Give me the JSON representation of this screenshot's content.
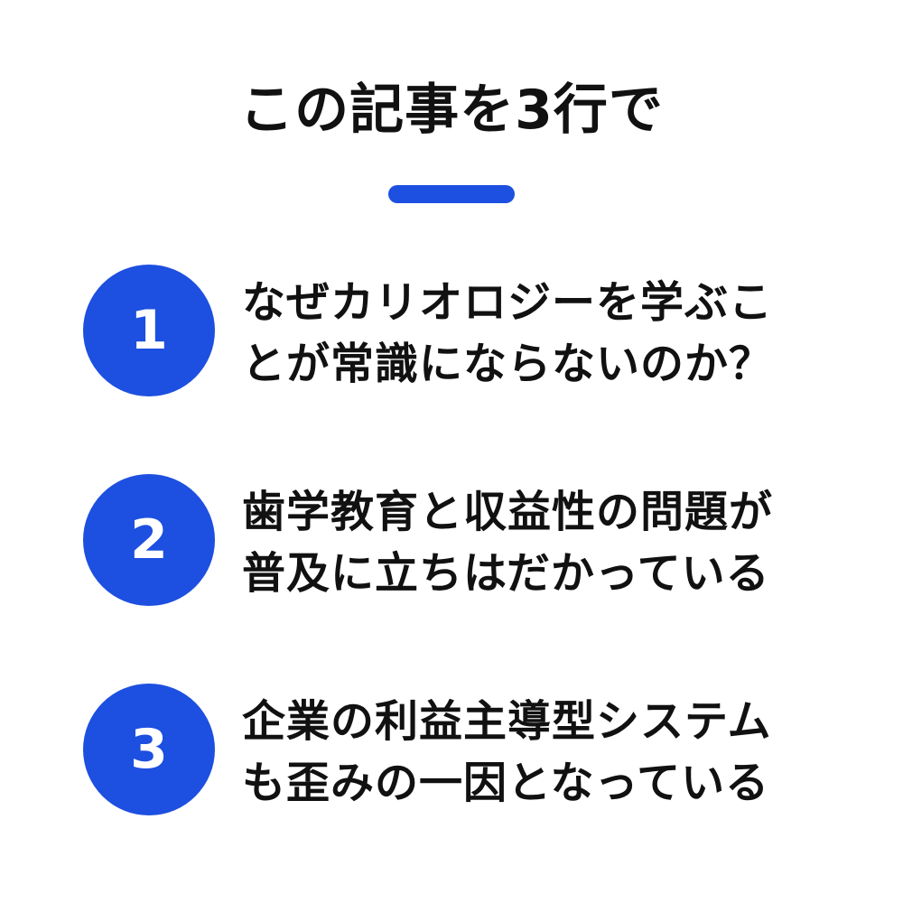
{
  "title": "この記事を3行で",
  "colors": {
    "accent": "#1d4fe0",
    "text": "#111111",
    "background": "#ffffff"
  },
  "items": [
    {
      "number": "1",
      "lines": [
        "なぜカリオロジーを学ぶこ",
        "とが常識にならないのか？"
      ]
    },
    {
      "number": "2",
      "lines": [
        "歯学教育と収益性の問題が",
        "普及に立ちはだかっている"
      ]
    },
    {
      "number": "3",
      "lines": [
        "企業の利益主導型システム",
        "も歪みの一因となっている"
      ]
    }
  ]
}
